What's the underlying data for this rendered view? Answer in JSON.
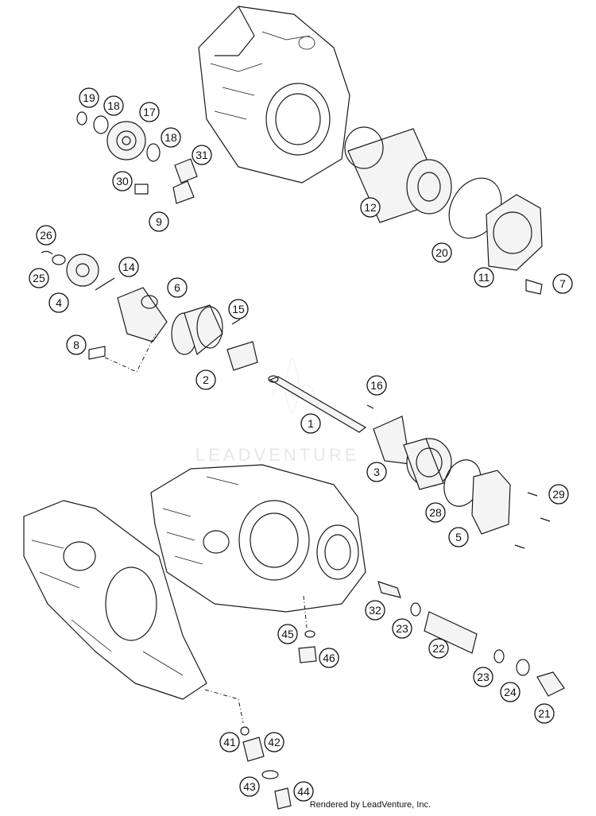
{
  "watermark": "LEADVENTURE",
  "credit": "Rendered by LeadVenture, Inc.",
  "callouts": [
    "19",
    "18",
    "17",
    "18",
    "31",
    "30",
    "9",
    "12",
    "20",
    "11",
    "7",
    "26",
    "25",
    "4",
    "14",
    "6",
    "15",
    "8",
    "2",
    "16",
    "1",
    "3",
    "28",
    "29",
    "5",
    "32",
    "23",
    "22",
    "45",
    "46",
    "23",
    "24",
    "21",
    "41",
    "42",
    "43",
    "44"
  ]
}
